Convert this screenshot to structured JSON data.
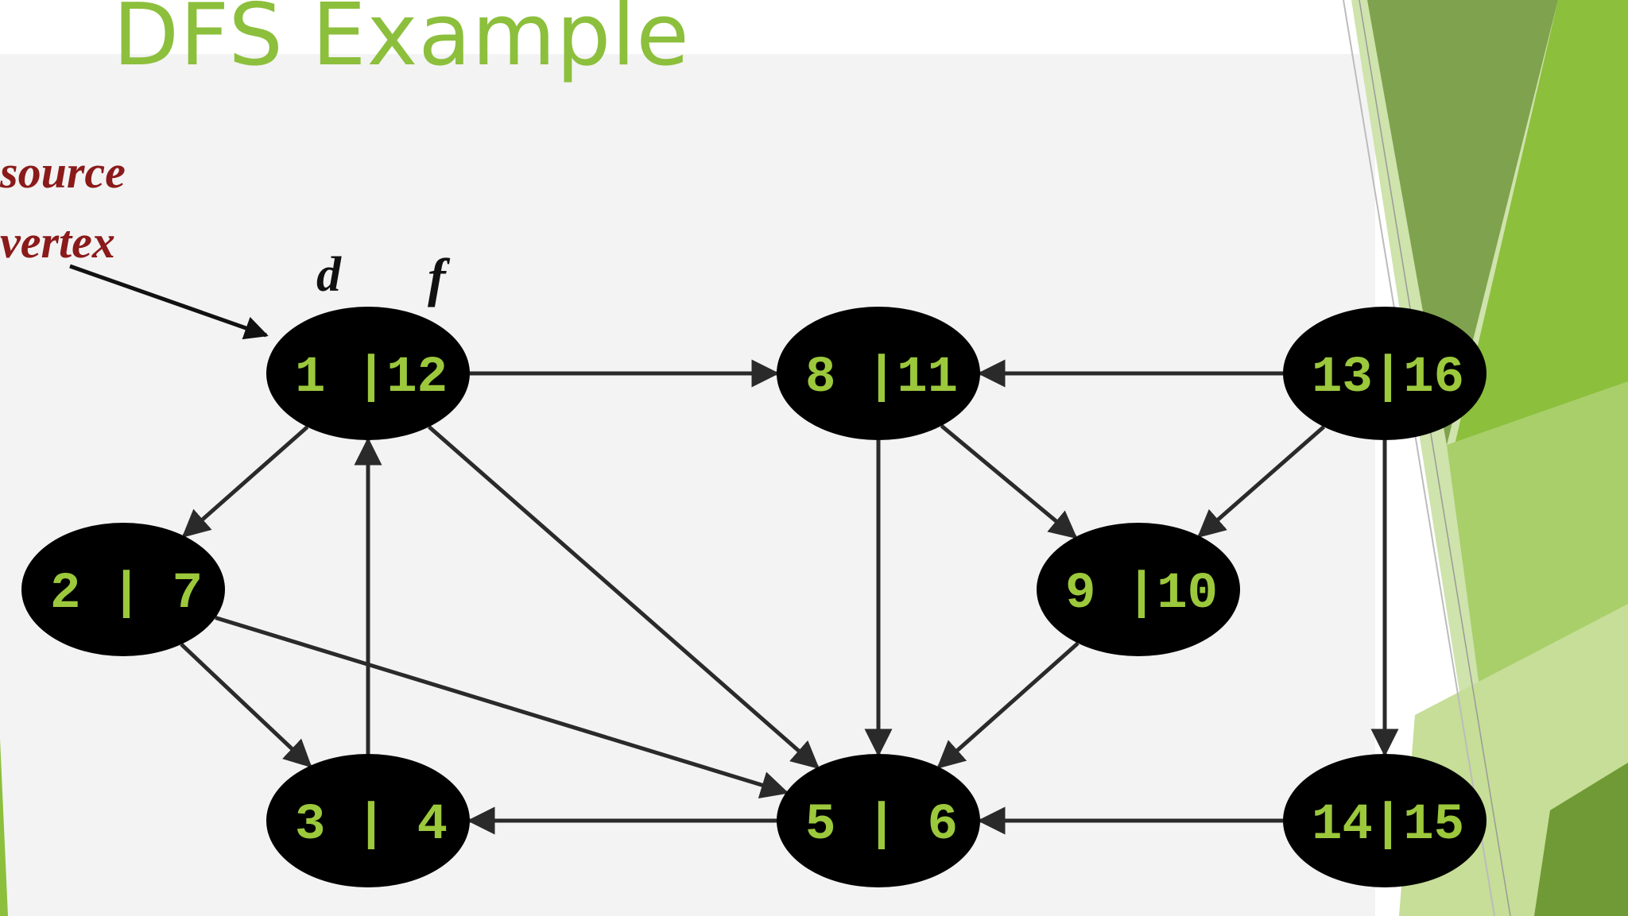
{
  "slide": {
    "title": "DFS Example"
  },
  "annotations": {
    "source_line1": "source",
    "source_line2": "vertex",
    "d_label": "d",
    "f_label": "f"
  },
  "graph": {
    "nodes": [
      {
        "id": "n1",
        "label": "1 |12"
      },
      {
        "id": "n8",
        "label": "8 |11"
      },
      {
        "id": "n13",
        "label": "13|16"
      },
      {
        "id": "n2",
        "label": "2 | 7"
      },
      {
        "id": "n9",
        "label": "9 |10"
      },
      {
        "id": "n3",
        "label": "3 | 4"
      },
      {
        "id": "n5",
        "label": "5 | 6"
      },
      {
        "id": "n14",
        "label": "14|15"
      }
    ],
    "edges": [
      {
        "from": "n1",
        "to": "n8"
      },
      {
        "from": "n13",
        "to": "n8"
      },
      {
        "from": "n1",
        "to": "n2"
      },
      {
        "from": "n1",
        "to": "n5"
      },
      {
        "from": "n3",
        "to": "n1"
      },
      {
        "from": "n2",
        "to": "n3"
      },
      {
        "from": "n2",
        "to": "n5"
      },
      {
        "from": "n8",
        "to": "n5"
      },
      {
        "from": "n8",
        "to": "n9"
      },
      {
        "from": "n13",
        "to": "n9"
      },
      {
        "from": "n13",
        "to": "n14"
      },
      {
        "from": "n9",
        "to": "n5"
      },
      {
        "from": "n5",
        "to": "n3"
      },
      {
        "from": "n14",
        "to": "n5"
      }
    ]
  },
  "colors": {
    "accent_green": "#8cbf3c",
    "node_fill": "#000000",
    "node_text": "#9cc83c",
    "annotation_red": "#8b1a1a",
    "edge": "#2a2a2a"
  }
}
